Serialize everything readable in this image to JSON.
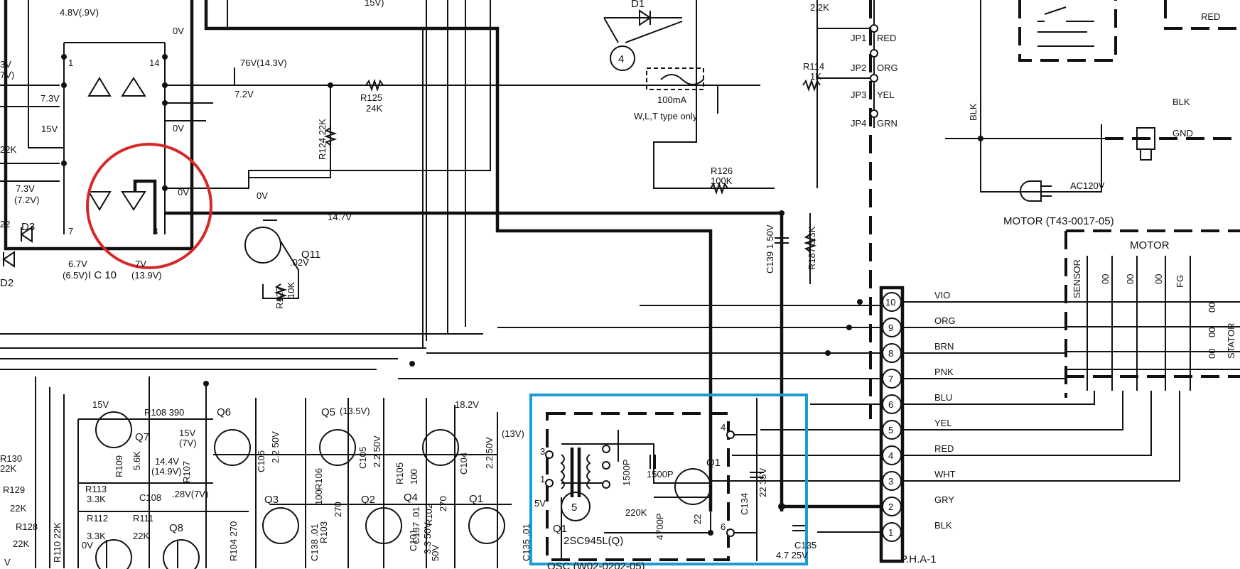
{
  "annotations": {
    "circle_color": "#d62828",
    "box_color": "#1a9bd6"
  },
  "ic10": {
    "name": "I C 10",
    "pins": {
      "p1": "1",
      "p14": "14",
      "p7": "7",
      "p8": "8"
    },
    "volts": {
      "top": "4.8V(.9V)",
      "ov_top": "0V",
      "v76": "76V(14.3V)",
      "v72": "7.2V",
      "v73": "7.3V",
      "v15": "15V",
      "ov_mid": "0V",
      "v73b": "7.3V",
      "v72b": "(7.2V)",
      "ov_r": "0V",
      "v67": "6.7V",
      "v65": "(6.5V)",
      "v7": "7V",
      "v139": "(13.9V)",
      "lv3": "3V",
      "lv7": "7V)",
      "l22k": "22K",
      "l22": "22"
    }
  },
  "diodes": {
    "d1": "D1",
    "d2": "D2",
    "d3": "D3"
  },
  "top": {
    "v15": "15V)",
    "r22k": "2.2K",
    "marker4": "4"
  },
  "fuse": {
    "value": "100mA",
    "note": "W,L,T type only"
  },
  "resistors": {
    "r125": "R125",
    "r125v": "24K",
    "r124": "R124  22K",
    "r114": "R114",
    "r114v": "1K",
    "r126": "R126",
    "r126v": "100K",
    "r127": "R127",
    "r127v": "10K",
    "r187": "R187 3.3K"
  },
  "q11": {
    "name": "Q11",
    "ov": "0V",
    "v147": "14.7V",
    "v02": ".02V"
  },
  "c139": "C139 1 50V",
  "jumpers": [
    {
      "jp": "JP1",
      "color": "RED"
    },
    {
      "jp": "JP2",
      "color": "ORG"
    },
    {
      "jp": "JP3",
      "color": "YEL"
    },
    {
      "jp": "JP4",
      "color": "GRN"
    }
  ],
  "power": {
    "blk": "BLK",
    "blk2": "BLK",
    "gnd": "GND",
    "ac": "AC120V",
    "red": "RED"
  },
  "motor": {
    "title": "MOTOR (T43-0017-05)",
    "sub": "MOTOR",
    "sensor": "SENSOR",
    "fg": "FG",
    "stator": "STATOR",
    "coil": "00"
  },
  "connector": {
    "name": "P.H.A-1",
    "pins": [
      {
        "num": "10",
        "color": "VIO"
      },
      {
        "num": "9",
        "color": "ORG"
      },
      {
        "num": "8",
        "color": "BRN"
      },
      {
        "num": "7",
        "color": "PNK"
      },
      {
        "num": "6",
        "color": "BLU"
      },
      {
        "num": "5",
        "color": "YEL"
      },
      {
        "num": "4",
        "color": "RED"
      },
      {
        "num": "3",
        "color": "WHT"
      },
      {
        "num": "2",
        "color": "GRY"
      },
      {
        "num": "1",
        "color": "BLK"
      }
    ]
  },
  "lower": {
    "q7": "Q7",
    "v15": "15V",
    "r108": "R108  390",
    "q6": "Q6",
    "v15b": "15V",
    "v7": "(7V)",
    "r130": "R130",
    "r130v": "22K",
    "r129": "R129",
    "r129v": "22K",
    "r128": "R128",
    "r128v": "22K",
    "r113": "R113",
    "r113v": "3.3K",
    "r112": "R112",
    "r112v": "3.3K",
    "r111": "R111",
    "r111v": "22K",
    "r109": "R109",
    "r109v": "5.6K",
    "c108": "C108",
    "v144": "14.4V",
    "v149": "(14.9V)",
    "r107": "R107",
    "v128": ".28V(7V)",
    "q8": "Q8",
    "r110": "R110  22K",
    "ov": "0V",
    "v1": "V",
    "c106": "C106",
    "c106v": "2.2  50V",
    "q5": "Q5",
    "v135": "(13.5V)",
    "r106": "R106",
    "r106v": "100",
    "c105": "C105",
    "c105v": "2.2  50V",
    "r104": "R104  270",
    "q3": "Q3",
    "r103": "R103",
    "r103v": "270",
    "c138": "C138 .01",
    "q2": "Q2",
    "c137": "C137 .01",
    "r105": "R105",
    "r105v": "100",
    "r102": "R102",
    "r102v": "270",
    "q4": "Q4",
    "v182": "18.2V",
    "c104": "C104",
    "c104v": "2.2  50V",
    "c101": "C101",
    "c101v": "3.3  50V",
    "q1": "Q1",
    "v50": "50V",
    "c135": "C135 .01"
  },
  "osc": {
    "v13": "(13V)",
    "marker5": "5",
    "c15": "1500P",
    "c15b": "1500P",
    "qname": "Q1",
    "r220": "220K",
    "c470": "4700P",
    "r22": "22",
    "pin4": "4",
    "pin6": "6",
    "pin1": "1",
    "pin3": "3",
    "qlabel": "Q1",
    "part": "2SC945L(Q)",
    "v5": "5V",
    "title": "OSC (W02-0202-05)"
  },
  "c134": "C134",
  "c134v": "22  35V",
  "c135b": "C135",
  "c135bv": "4.7  25V"
}
